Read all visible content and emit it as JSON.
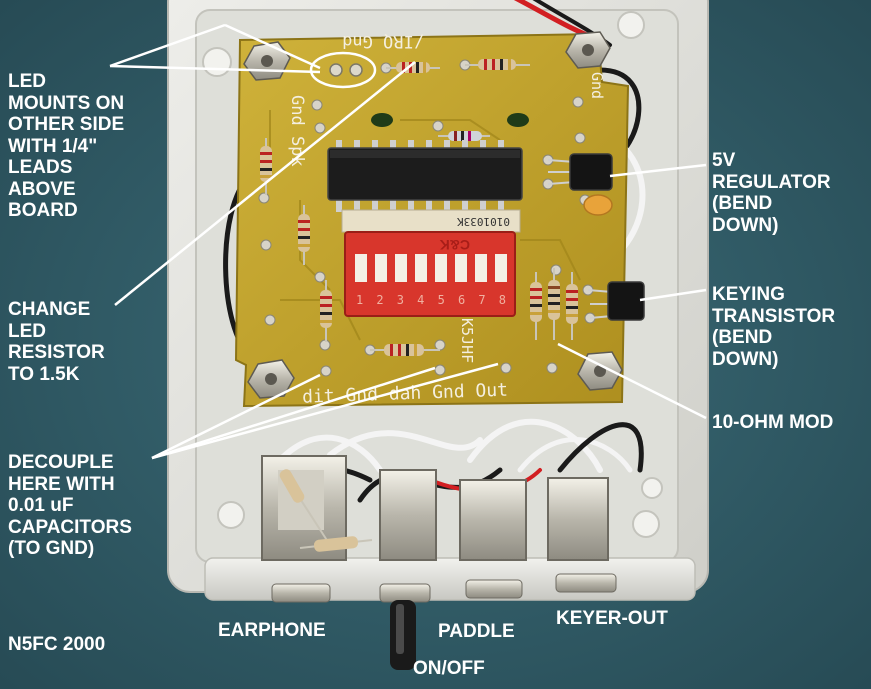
{
  "annotations": {
    "led_mounts": "LED\nMOUNTS ON\nOTHER SIDE\nWITH 1/4\"\nLEADS\nABOVE\nBOARD",
    "change_led": "CHANGE\nLED\nRESISTOR\nTO 1.5K",
    "decouple": "DECOUPLE\nHERE WITH\n0.01 uF\nCAPACITORS\n(TO GND)",
    "credit": "N5FC 2000",
    "regulator": "5V\nREGULATOR\n(BEND\nDOWN)",
    "keying": "KEYING\nTRANSISTOR\n(BEND\nDOWN)",
    "ten_ohm": "10-OHM MOD",
    "earphone": "EARPHONE",
    "paddle": "PADDLE",
    "keyer_out": "KEYER-OUT",
    "on_off": "ON/OFF"
  },
  "silkscreen": {
    "top": "/IRQ Gnd",
    "gnd_spk": "Gnd Spk",
    "gnd_right": "Gnd",
    "bottom": "dit Gnd dah Gnd Out",
    "callsign": "K5JHF",
    "dip_brand": "C&K",
    "dip_numbers": "1 2 3 4 5 6 7 8",
    "chip_code": "0101033K"
  },
  "colors": {
    "background": "#2f5a66",
    "enclosure": "#e4e4de",
    "pcb": "#c2a22a",
    "chip": "#1c1c1c",
    "dip_switch": "#d8362c",
    "label": "#ffffff"
  }
}
